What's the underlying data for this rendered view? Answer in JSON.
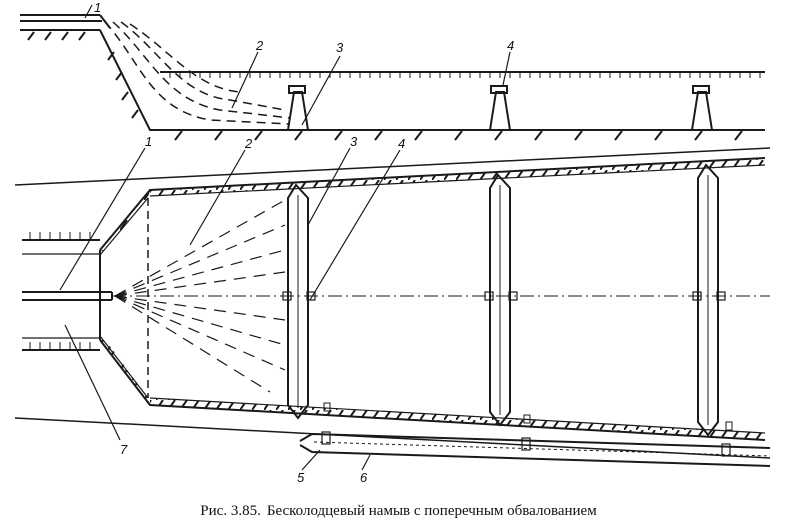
{
  "caption": {
    "number": "Рис. 3.85.",
    "text": "Бесколодцевый намыв с поперечным обвалованием"
  },
  "labels": {
    "section": [
      "1",
      "2",
      "3",
      "4"
    ],
    "plan": [
      "1",
      "2",
      "3",
      "4",
      "5",
      "6",
      "7"
    ]
  },
  "colors": {
    "ink": "#1a1a1a",
    "paper": "#ffffff"
  }
}
